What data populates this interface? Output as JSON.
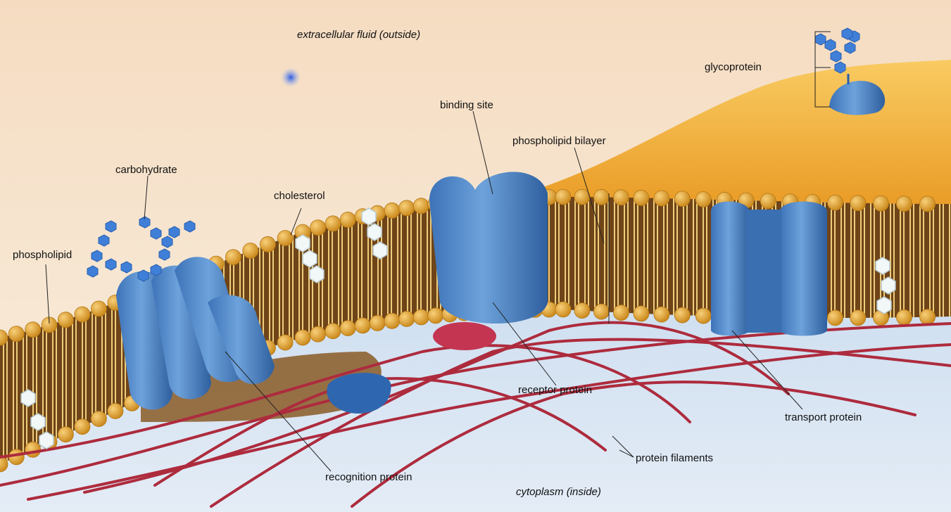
{
  "labels": {
    "extracellular": "extracellular fluid (outside)",
    "cytoplasm": "cytoplasm (inside)",
    "glycoprotein": "glycoprotein",
    "binding_site": "binding site",
    "phospholipid_bilayer": "phospholipid bilayer",
    "carbohydrate": "carbohydrate",
    "cholesterol": "cholesterol",
    "phospholipid": "phospholipid",
    "receptor_protein": "receptor protein",
    "transport_protein": "transport protein",
    "protein_filaments": "protein filaments",
    "recognition_protein": "recognition protein"
  },
  "colors": {
    "extracellular_bg": "#f6e2c8",
    "cytoplasm_bg": "#dbe7f3",
    "cell_surface": "#f4b23a",
    "lipid_head": "#e3a12f",
    "lipid_tail": "#e6c878",
    "membrane_core": "#7a4a1c",
    "protein": "#4b87c9",
    "filament": "#b0283a",
    "cholesterol": "#f1f6f7"
  }
}
